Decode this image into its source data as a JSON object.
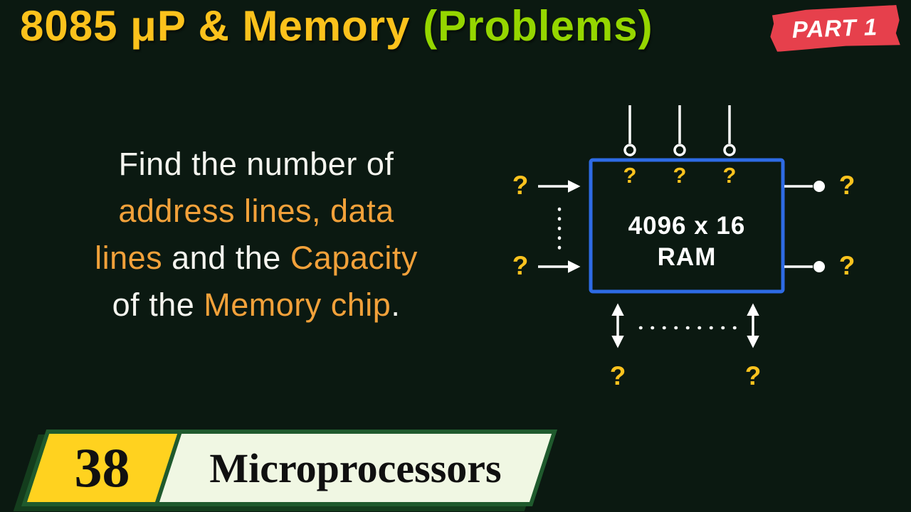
{
  "header": {
    "title_main": "8085 μP & Memory ",
    "title_accent": "(Problems)",
    "part_label": "PART 1"
  },
  "question": {
    "lines": [
      {
        "segments": [
          {
            "text": "Find the number of",
            "color": "white"
          }
        ]
      },
      {
        "segments": [
          {
            "text": "address lines, data",
            "color": "orange"
          }
        ]
      },
      {
        "segments": [
          {
            "text": "lines",
            "color": "orange"
          },
          {
            "text": " and the ",
            "color": "white"
          },
          {
            "text": "Capacity",
            "color": "orange"
          }
        ]
      },
      {
        "segments": [
          {
            "text": "of the ",
            "color": "white"
          },
          {
            "text": "Memory chip",
            "color": "orange"
          },
          {
            "text": ".",
            "color": "white"
          }
        ]
      }
    ]
  },
  "diagram": {
    "chip": {
      "line1": "4096 x 16",
      "line2": "RAM"
    },
    "qmark": "?",
    "top_pins": 3,
    "left_inputs": 2,
    "right_outputs": 2,
    "bottom_ports": 2
  },
  "footer": {
    "number": "38",
    "label": "Microprocessors"
  },
  "colors": {
    "background": "#0b1911",
    "title_yellow": "#fcc21c",
    "title_green": "#95d600",
    "part_badge_red": "#e6404c",
    "text_white": "#f5f5ef",
    "text_orange": "#f2a13a",
    "chip_border_blue": "#2e6be5",
    "question_mark_yellow": "#fdc31e",
    "footer_number_yellow": "#ffd21f",
    "footer_label_pale": "#f0f7e3",
    "footer_border_green": "#1f5a2d"
  }
}
